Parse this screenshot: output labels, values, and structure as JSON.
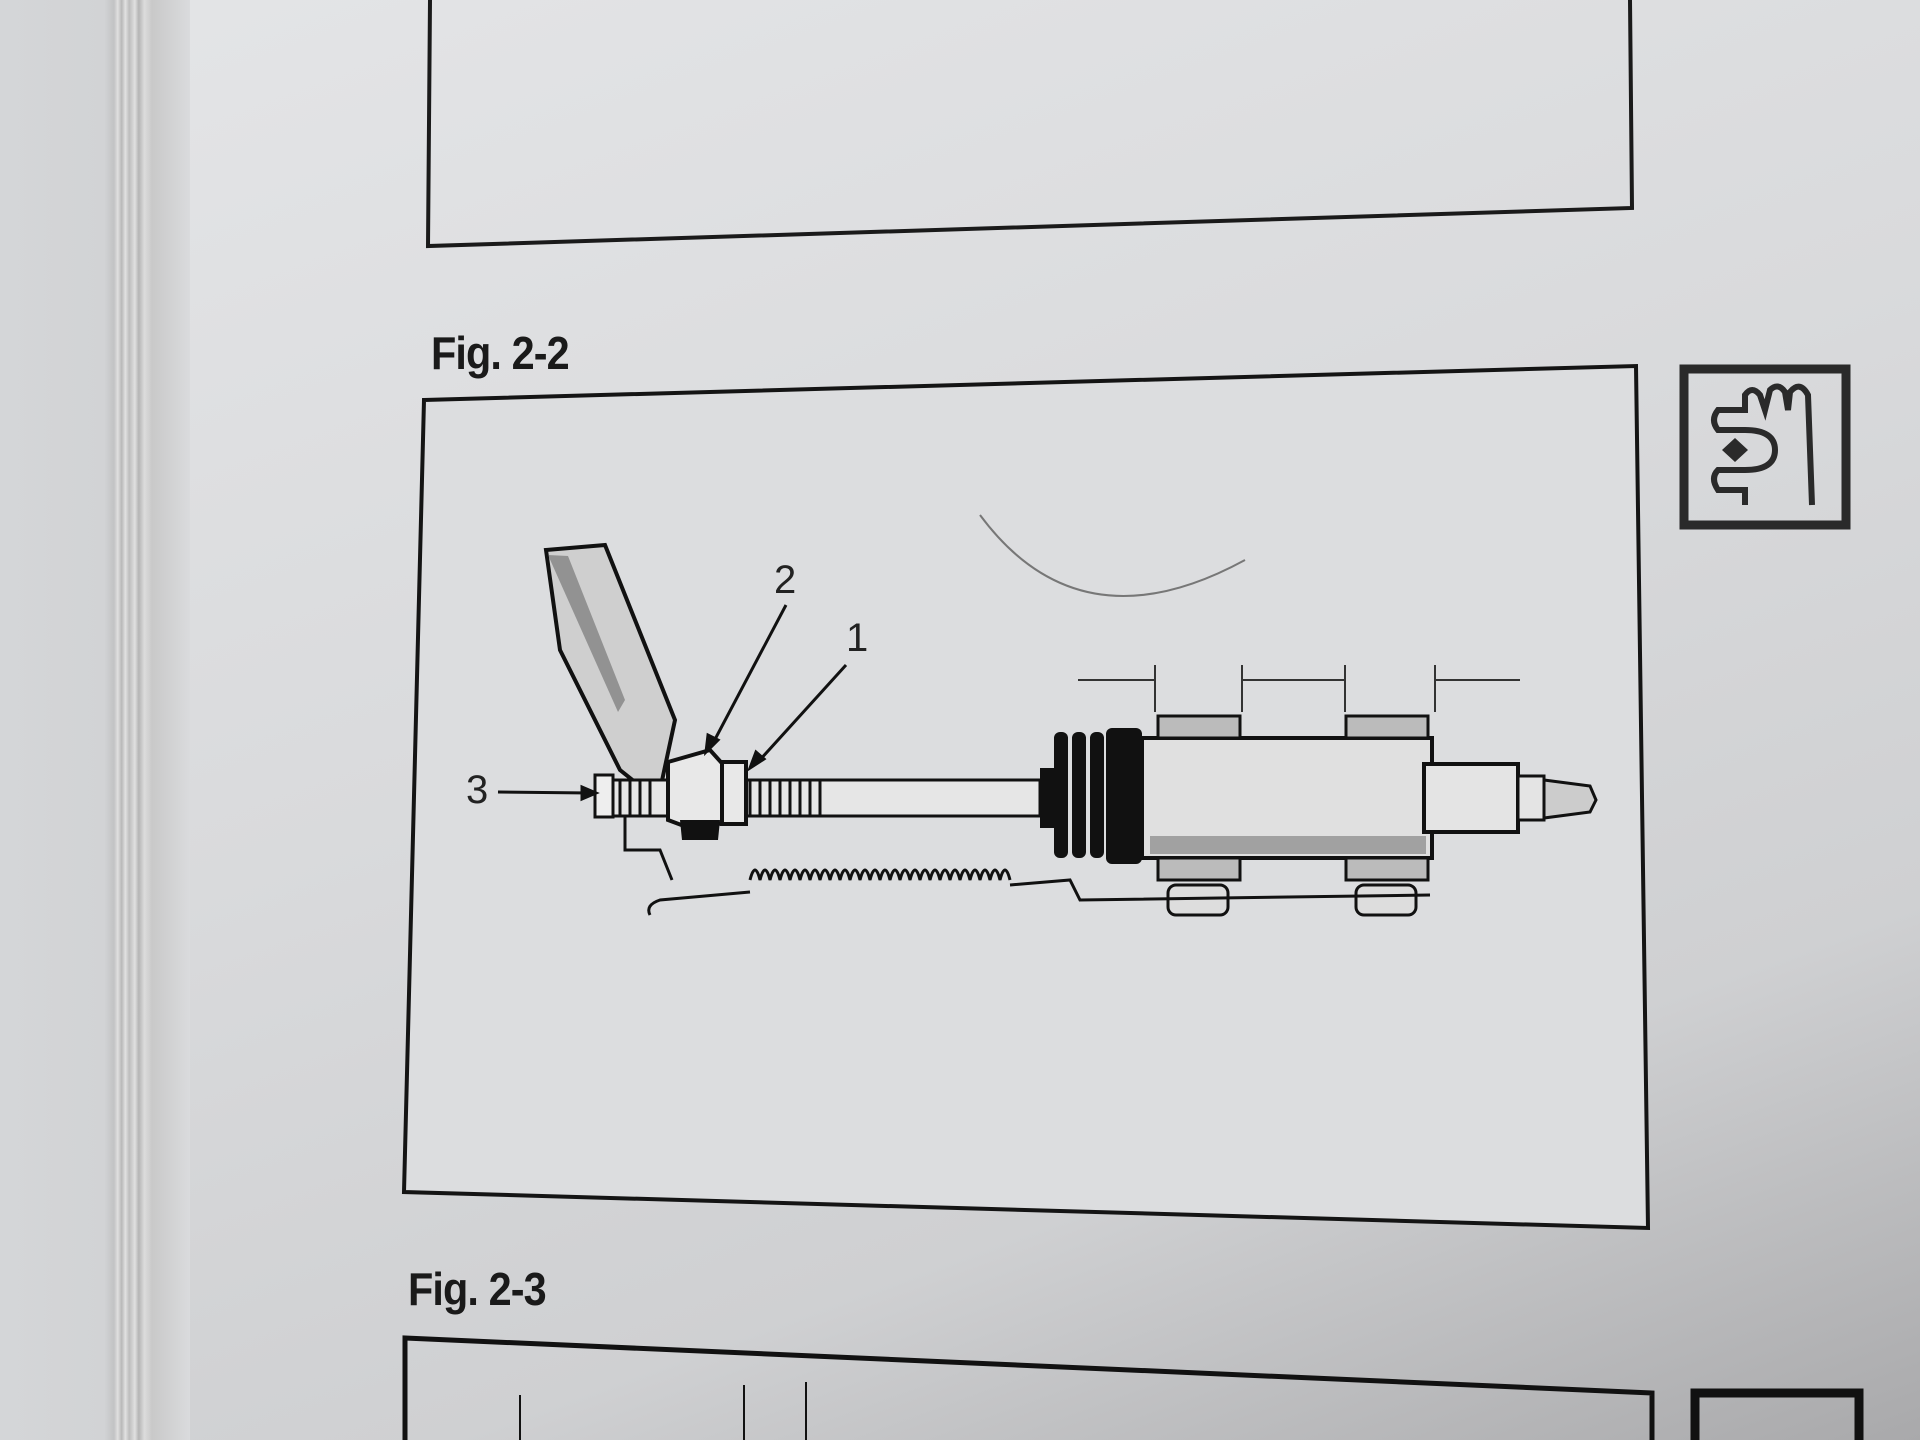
{
  "figures": {
    "fig_2_2": {
      "label": "Fig. 2-2",
      "callouts": [
        "1",
        "2",
        "3"
      ]
    },
    "fig_2_3": {
      "label": "Fig. 2-3"
    }
  },
  "icons": [
    "hand-tool-icon",
    "tool-icon-partial"
  ]
}
